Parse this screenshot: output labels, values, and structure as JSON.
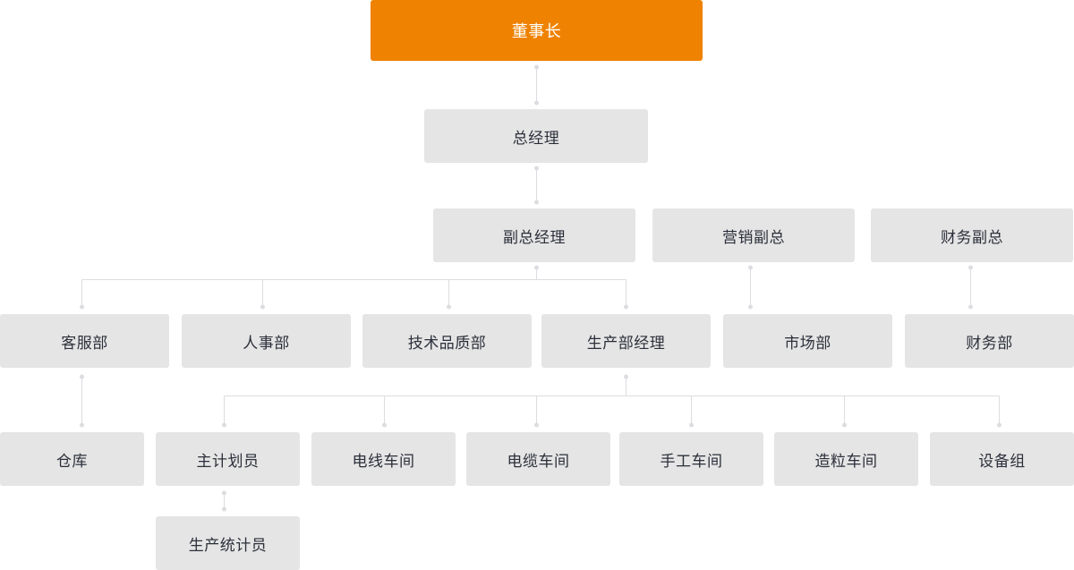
{
  "org_chart": {
    "chairman": "董事长",
    "general_manager": "总经理",
    "deputy_general_manager": "副总经理",
    "marketing_vp": "营销副总",
    "finance_vp": "财务副总",
    "customer_service": "客服部",
    "hr": "人事部",
    "tech_quality": "技术品质部",
    "production_manager": "生产部经理",
    "market": "市场部",
    "finance": "财务部",
    "warehouse": "仓库",
    "master_planner": "主计划员",
    "wire_workshop": "电线车间",
    "cable_workshop": "电缆车间",
    "manual_workshop": "手工车间",
    "pelletizing_workshop": "造粒车间",
    "equipment_group": "设备组",
    "production_statistician": "生产统计员"
  },
  "colors": {
    "top_box": "#ef8200",
    "box": "#e5e5e5",
    "text": "#2b2f3a",
    "connector": "#dcdde1"
  }
}
